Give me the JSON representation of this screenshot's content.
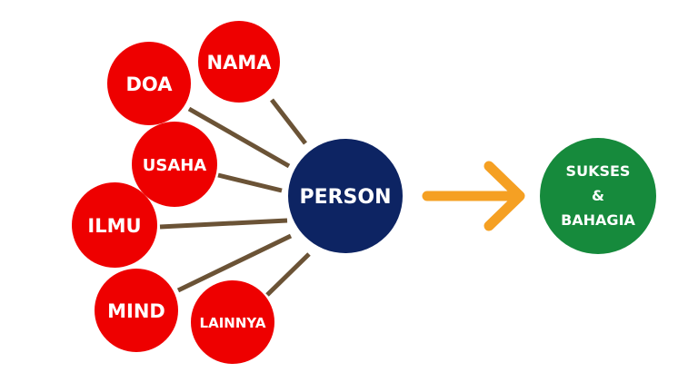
{
  "diagram": {
    "factors": [
      {
        "id": "doa",
        "label": "DOA"
      },
      {
        "id": "nama",
        "label": "NAMA"
      },
      {
        "id": "usaha",
        "label": "USAHA"
      },
      {
        "id": "ilmu",
        "label": "ILMU"
      },
      {
        "id": "mind",
        "label": "MIND"
      },
      {
        "id": "lainnya",
        "label": "LAINNYA"
      }
    ],
    "center": {
      "label": "PERSON"
    },
    "outcome": {
      "line1": "SUKSES",
      "line2": "&",
      "line3": "BAHAGIA"
    },
    "colors": {
      "factor": "#ee0000",
      "center": "#0d2463",
      "outcome": "#168a3c",
      "connector": "#6b5336",
      "arrow": "#f5a023"
    }
  }
}
